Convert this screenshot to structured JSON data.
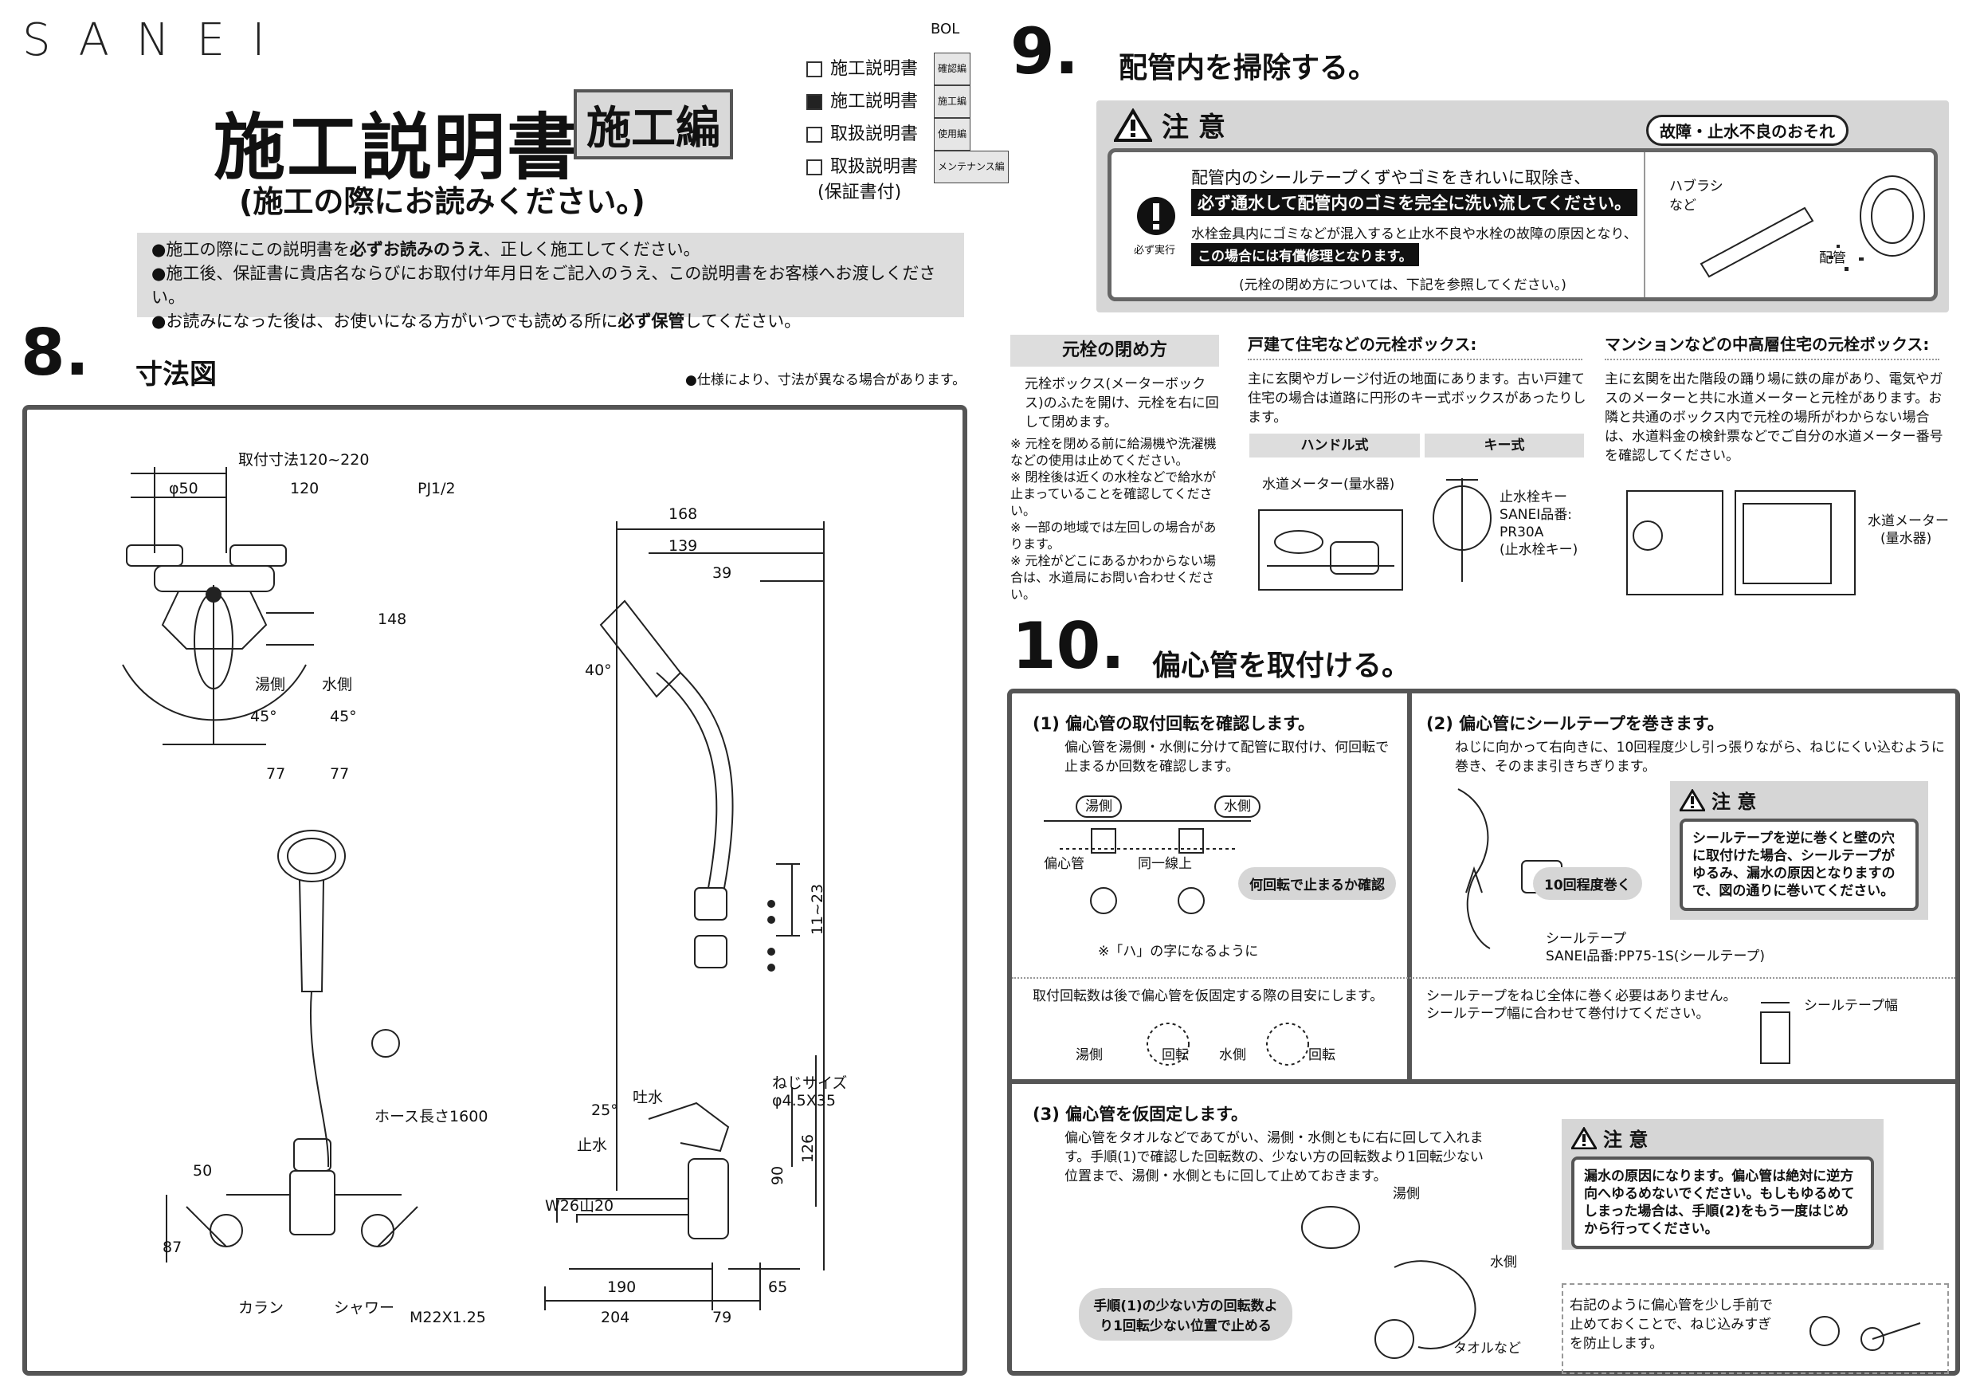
{
  "header": {
    "logo": "SANEI",
    "title": "施工説明書",
    "edition": "施工編",
    "subtitle": "(施工の際にお読みください。)",
    "bol": "BOL",
    "checklist": [
      {
        "label": "施工説明書",
        "tag": "確認編",
        "checked": false
      },
      {
        "label": "施工説明書",
        "tag": "施工編",
        "checked": true
      },
      {
        "label": "取扱説明書",
        "tag": "使用編",
        "checked": false
      },
      {
        "label": "取扱説明書",
        "tag": "メンテナンス編",
        "checked": false
      }
    ],
    "checklist_note": "(保証書付)",
    "notices": [
      {
        "pre": "●施工の際にこの説明書を",
        "bold": "必ずお読みのうえ",
        "post": "、正しく施工してください。"
      },
      {
        "pre": "●施工後、保証書に貴店名ならびにお取付け年月日をご記入のうえ、この説明書をお客様へお渡しください。",
        "bold": "",
        "post": ""
      },
      {
        "pre": "●お読みになった後は、お使いになる方がいつでも読める所に",
        "bold": "必ず保管",
        "post": "してください。"
      }
    ]
  },
  "sec8": {
    "num": "8.",
    "title": "寸法図",
    "note": "●仕様により、寸法が異なる場合があります。",
    "labels": {
      "mount": "取付寸法120~220",
      "phi50": "φ50",
      "d120": "120",
      "pj": "PJ1/2",
      "d148": "148",
      "hot": "湯側",
      "cold": "水側",
      "a45l": "45°",
      "a45r": "45°",
      "d77l": "77",
      "d77r": "77",
      "hose": "ホース長さ1600",
      "d50": "50",
      "d87": "87",
      "karan": "カラン",
      "shower": "シャワー",
      "d168": "168",
      "d139": "139",
      "d39": "39",
      "a40": "40°",
      "d1123": "11~23",
      "screw": "ねじサイズ",
      "screw_val": "φ4.5X35",
      "a25": "25°",
      "out": "吐水",
      "stop": "止水",
      "d90": "90",
      "d126": "126",
      "w26": "W26山20",
      "m22": "M22X1.25",
      "d190": "190",
      "d65": "65",
      "d204": "204",
      "d79": "79"
    }
  },
  "sec9": {
    "num": "9.",
    "title": "配管内を掃除する。",
    "caution": "注 意",
    "risk": "故障・止水不良のおそれ",
    "must_label": "必ず実行",
    "line1": "配管内のシールテープくずやゴミをきれいに取除き、",
    "line2": "必ず通水して配管内のゴミを完全に洗い流してください。",
    "line3": "水栓金具内にゴミなどが混入すると止水不良や水栓の故障の原因となり、",
    "line4": "この場合には有償修理となります。",
    "line5": "(元栓の閉め方については、下記を参照してください。)",
    "brush": "ハブラシ",
    "brush2": "など",
    "pipe": "配管"
  },
  "valve": {
    "head": "元栓の閉め方",
    "desc": "元栓ボックス(メーターボックス)のふたを開け、元栓を右に回して閉めます。",
    "notes": [
      "※ 元栓を閉める前に給湯機や洗濯機などの使用は止めてください。",
      "※ 閉栓後は近くの水栓などで給水が止まっていることを確認してください。",
      "※ 一部の地域では左回しの場合があります。",
      "※ 元栓がどこにあるかわからない場合は、水道局にお問い合わせください。"
    ],
    "house_head": "戸建て住宅などの元栓ボックス:",
    "house_desc": "主に玄関やガレージ付近の地面にあります。古い戸建て住宅の場合は道路に円形のキー式ボックスがあったりします。",
    "handle": "ハンドル式",
    "key": "キー式",
    "meter": "水道メーター(量水器)",
    "key_label": "止水栓キー",
    "key_part": "SANEI品番:",
    "key_code": "PR30A",
    "key_name": "(止水栓キー)",
    "mansion_head": "マンションなどの中高層住宅の元栓ボックス:",
    "mansion_desc": "主に玄関を出た階段の踊り場に鉄の扉があり、電気やガスのメーターと共に水道メーターと元栓があります。お隣と共通のボックス内で元栓の場所がわからない場合は、水道料金の検針票などでご自分の水道メーター番号を確認してください。",
    "meter2": "水道メーター",
    "meter2b": "(量水器)"
  },
  "sec10": {
    "num": "10.",
    "title": "偏心管を取付ける。",
    "p1_head": "(1) 偏心管の取付回転を確認します。",
    "p1_desc": "偏心管を湯側・水側に分けて配管に取付け、何回転で止まるか回数を確認します。",
    "p1_hot": "湯側",
    "p1_cold": "水側",
    "p1_pipe": "偏心管",
    "p1_line": "同一線上",
    "p1_bubble": "何回転で止まるか確認",
    "p1_note": "※「ハ」の字になるように",
    "p1_bottom": "取付回転数は後で偏心管を仮固定する際の目安にします。",
    "p1_hot2": "湯側",
    "p1_turn": "回転",
    "p1_cold2": "水側",
    "p1_turn2": "回転",
    "p2_head": "(2) 偏心管にシールテープを巻きます。",
    "p2_desc": "ねじに向かって右向きに、10回程度少し引っ張りながら、ねじにくい込むように巻き、そのまま引きちぎります。",
    "p2_bubble": "10回程度巻く",
    "p2_tape": "シールテープ",
    "p2_part": "SANEI品番:PP75-1S(シールテープ)",
    "p2_caution": "注 意",
    "p2_caution_text": "シールテープを逆に巻くと壁の穴に取付けた場合、シールテープがゆるみ、漏水の原因となりますので、図の通りに巻いてください。",
    "p2_bottom1": "シールテープをねじ全体に巻く必要はありません。",
    "p2_bottom2": "シールテープ幅に合わせて巻付けてください。",
    "p2_width": "シールテープ幅",
    "p3_head": "(3) 偏心管を仮固定します。",
    "p3_desc": "偏心管をタオルなどであてがい、湯側・水側ともに右に回して入れます。手順(1)で確認した回転数の、少ない方の回転数より1回転少ない位置まで、湯側・水側ともに回して止めておきます。",
    "p3_hot": "湯側",
    "p3_cold": "水側",
    "p3_towel": "タオルなど",
    "p3_bubble": "手順(1)の少ない方の回転数より1回転少ない位置で止める",
    "p3_caution": "注 意",
    "p3_caution_text": "漏水の原因になります。偏心管は絶対に逆方向へゆるめないでください。もしもゆるめてしまった場合は、手順(2)をもう一度はじめから行ってください。",
    "p3_note": "右記のように偏心管を少し手前で止めておくことで、ねじ込みすぎを防止します。"
  }
}
